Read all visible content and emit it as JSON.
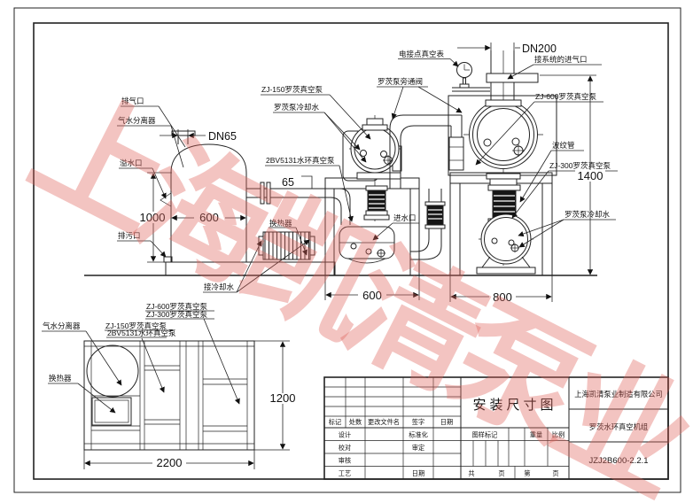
{
  "watermark": "上海凯清泵业",
  "main_view": {
    "labels": {
      "exhaust_port": "排气口",
      "gas_water_separator": "气水分离器",
      "dn65": "DN65",
      "overflow_port": "溢水口",
      "drain_port": "排污口",
      "heat_exchanger": "换热器",
      "connect_cooling_water": "接冷却水",
      "zj150_pump": "ZJ-150罗茨真空泵",
      "roots_pump_cooling_left": "罗茨泵冷却水",
      "bv5131_pump": "2BV5131水环真空泵",
      "water_inlet": "进水口",
      "vacuum_gauge": "电接点真空表",
      "bypass_valve": "罗茨泵旁通阀",
      "dn200": "DN200",
      "system_air_inlet": "接系统的进气口",
      "zj600_pump": "ZJ-600罗茨真空泵",
      "bellows": "波纹管",
      "zj300_pump": "ZJ-300罗茨真空泵",
      "roots_pump_cooling_right": "罗茨泵冷却水"
    },
    "dimensions": {
      "tank_height": "1000",
      "tank_width": "600",
      "pipe_offset": "65",
      "frame_width": "600",
      "right_frame_width": "800",
      "unit_height": "1400"
    }
  },
  "plan_view": {
    "labels": {
      "zj600_pump": "ZJ-600罗茨真空泵",
      "zj300_pump": "ZJ-300罗茨真空泵",
      "zj150_pump": "ZJ-150罗茨真空泵",
      "bv5131_pump": "2BV5131水环真空泵",
      "gas_water_separator": "气水分离器",
      "heat_exchanger": "换热器"
    },
    "dimensions": {
      "length": "2200",
      "height": "1200"
    }
  },
  "title_block": {
    "title": "安装尺寸图",
    "company": "上海凯清泵业制造有限公司",
    "product": "罗茨水环真空机组",
    "drawing_no": "JZJ2B600-2.2.1",
    "columns": {
      "mark": "标记",
      "count": "处数",
      "change_file": "更改文件名",
      "signature": "签字",
      "date": "日期"
    },
    "rows": {
      "design": "设计",
      "standardization": "标准化",
      "check": "校对",
      "approve": "审定",
      "review": "审核",
      "process": "工艺",
      "date": "日期"
    },
    "fields": {
      "pattern_mark": "图样标记",
      "weight": "重量",
      "scale": "比例",
      "total": "共",
      "page": "页",
      "no": "第",
      "page2": "页"
    }
  },
  "colors": {
    "line": "#222222",
    "watermark": "#e0645c"
  }
}
